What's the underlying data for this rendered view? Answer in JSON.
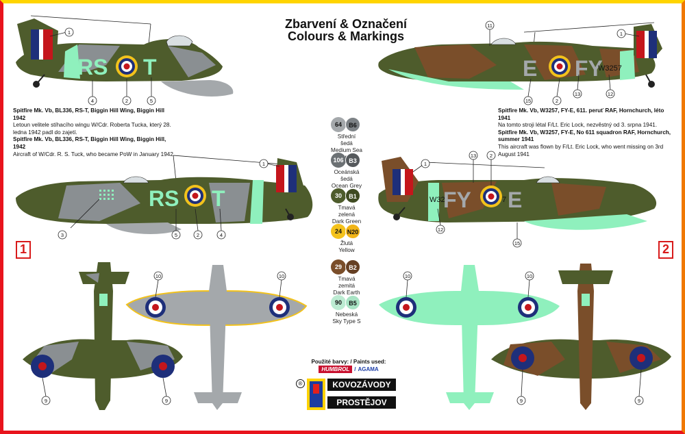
{
  "title": {
    "cz": "Zbarvení & Označení",
    "en": "Colours & Markings"
  },
  "aircraft1": {
    "badge": "1",
    "desc_cz_title": "Spitfire Mk. Vb, BL336, RS-T, Biggin Hill Wing, Biggin Hill 1942",
    "desc_cz_text": "Letoun velitele stíhacího wingu W/Cdr. Roberta Tucka, který 28. ledna 1942 padl do zajetí.",
    "desc_en_title": "Spitfire Mk. Vb, BL336, RS-T, Biggin Hill Wing, Biggin Hill, 1942",
    "desc_en_text": "Aircraft of W/Cdr. R. S. Tuck, who became PoW in January 1942",
    "code_left": "RS",
    "code_right": "T"
  },
  "aircraft2": {
    "badge": "2",
    "desc_cz_title": "Spitfire Mk. Vb, W3257, FY-E, 611. peruť RAF, Hornchurch, léto 1941",
    "desc_cz_text": "Na tomto stroji létal F/Lt. Eric Lock, nezvěstný od 3. srpna 1941.",
    "desc_en_title": "Spitfire Mk. Vb, W3257, FY-E, No 611 squadron RAF, Hornchurch, summer 1941",
    "desc_en_text": "This aircraft was flown by F/Lt. Eric Lock, who went missing on 3rd August 1941",
    "code_e": "E",
    "code_fy": "FY",
    "serial": "W3257",
    "serial_left_part": "W32",
    "serial_right_part": "7"
  },
  "paints": [
    {
      "humbrol": "64",
      "agama": "B6",
      "cz": "Střední šedá",
      "en": "Medium Sea Grey",
      "color": "#a4a8ab",
      "agama_color": "#7d8286",
      "text_color": "#111"
    },
    {
      "humbrol": "106",
      "agama": "B3",
      "cz": "Oceánská šedá",
      "en": "Ocean Grey",
      "color": "#6c7174",
      "agama_color": "#55595c",
      "text_color": "#fff"
    },
    {
      "humbrol": "30",
      "agama": "B1",
      "cz": "Tmavá zelená",
      "en": "Dark Green",
      "color": "#4e5c2c",
      "agama_color": "#3f4b22",
      "text_color": "#fff"
    },
    {
      "humbrol": "24",
      "agama": "N20",
      "cz": "Žlutá",
      "en": "Yellow",
      "color": "#f4c21c",
      "agama_color": "#f1b416",
      "text_color": "#111"
    },
    {
      "humbrol": "29",
      "agama": "B2",
      "cz": "Tmavá zemitá",
      "en": "Dark Earth",
      "color": "#7a4e2a",
      "agama_color": "#664024",
      "text_color": "#fff"
    },
    {
      "humbrol": "90",
      "agama": "B5",
      "cz": "Nebeská",
      "en": "Sky Type S",
      "color": "#bcebd2",
      "agama_color": "#a8e3c4",
      "text_color": "#111"
    }
  ],
  "paints_used_label": "Použité barvy: / Paints used:",
  "brand_humbrol": "HUMBROL",
  "brand_agama": "AGAMA",
  "registered": "®",
  "publisher_line1": "KOVOZÁVODY",
  "publisher_line2": "PROSTĚJOV",
  "callouts": {
    "n1": "1",
    "n2": "2",
    "n3": "3",
    "n4": "4",
    "n5": "5",
    "n9": "9",
    "n10": "10",
    "n11": "11",
    "n12": "12",
    "n13": "13",
    "n15": "15"
  },
  "colors": {
    "border_top": "#ffd400",
    "border_left": "#e8141c",
    "roundel_blue": "#1e2f7a",
    "roundel_red": "#c4161c",
    "roundel_yellow": "#f2c21c",
    "dark_green": "#4e5c2c",
    "ocean_grey": "#8a8f92",
    "dark_earth": "#7a4e2a",
    "sky": "#8ff0bd",
    "medium_sea_grey": "#a4a8ab"
  }
}
